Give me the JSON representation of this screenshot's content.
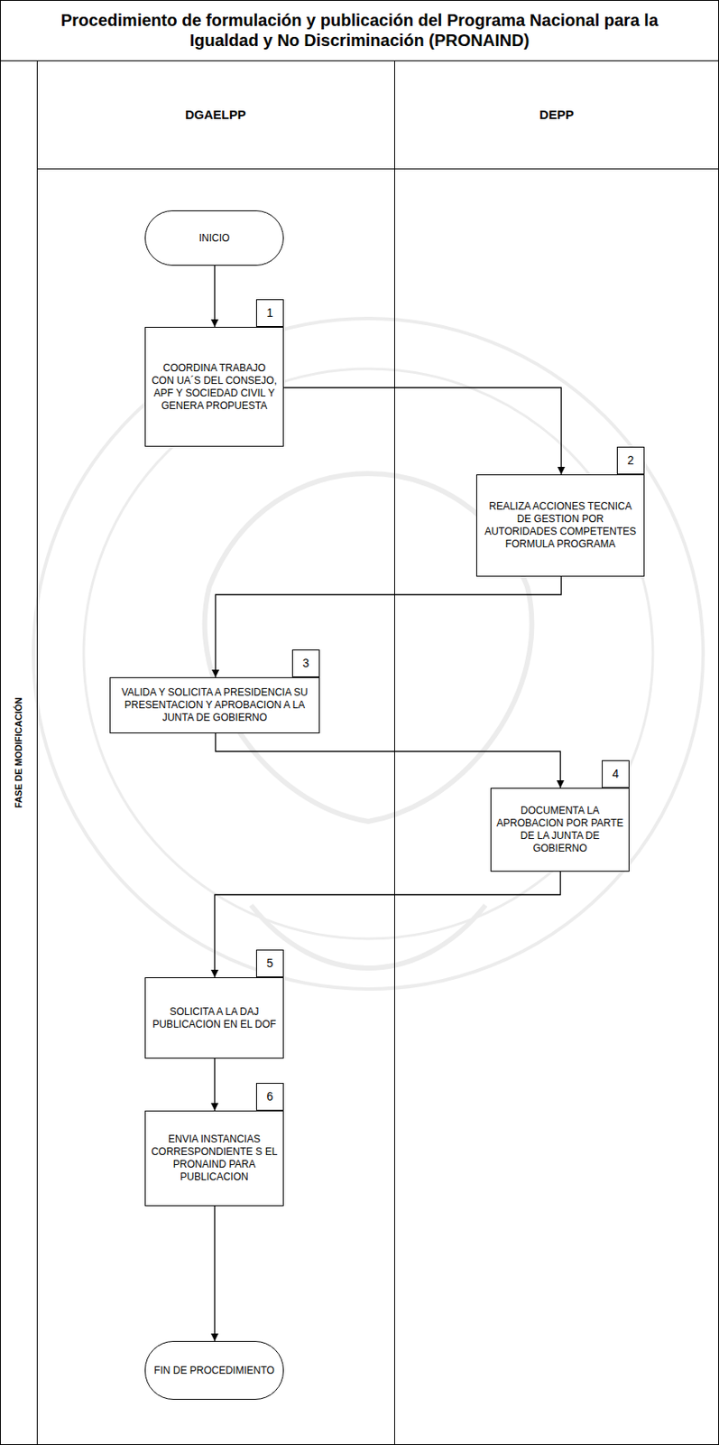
{
  "diagram": {
    "title": "Procedimiento de formulación y publicación del Programa Nacional para la Igualdad y No Discriminación (PRONAIND)",
    "nodes": [
      {
        "text": [
          "FASE DE MODIFICACIÓN"
        ]
      },
      {
        "text": [
          "DGAELPP"
        ]
      },
      {
        "text": [
          "DEPP"
        ]
      },
      {
        "text": [
          "INICIO"
        ],
        "in": 1
      },
      {
        "text": [
          "COORDINA TRABAJO CON UA´S DEL CONSEJO, APF Y SOCIEDAD CIVIL Y GENERA PROPUESTA"
        ],
        "in": 1
      },
      {
        "text": [
          "REALIZA ACCIONES TECNICA DE GESTION POR AUTORIDADES COMPETENTES FORMULA PROGRAMA"
        ],
        "in": 2
      },
      {
        "text": [
          "VALIDA Y SOLICITA A PRESIDENCIA SU PRESENTACION Y APROBACION A LA JUNTA DE GOBIERNO"
        ],
        "in": 1
      },
      {
        "text": [
          "DOCUMENTA LA APROBACION POR PARTE DE LA JUNTA DE GOBIERNO"
        ],
        "in": 2
      },
      {
        "text": [
          "SOLICITA A LA DAJ PUBLICACION EN EL DOF"
        ],
        "in": 1
      },
      {
        "text": [
          "ENVIA INSTANCIAS CORRESPONDIENTE S EL PRONAIND PARA PUBLICACION"
        ],
        "in": 1
      },
      {
        "text": [
          "FIN DE PROCEDIMIENTO"
        ],
        "in": 1
      }
    ],
    "edges": [
      {
        "from": 3,
        "to": 4,
        "arrow": "to"
      },
      {
        "from": 4,
        "to": 5,
        "arrow": "to"
      },
      {
        "from": 5,
        "to": 6,
        "arrow": "to"
      },
      {
        "from": 6,
        "to": 7,
        "arrow": "to"
      },
      {
        "from": 7,
        "to": 8,
        "arrow": "to"
      },
      {
        "from": 8,
        "to": 9,
        "arrow": "to"
      },
      {
        "from": 9,
        "to": 10,
        "arrow": "to"
      }
    ],
    "labels": [
      "1",
      "2",
      "3",
      "4",
      "5",
      "6"
    ]
  }
}
